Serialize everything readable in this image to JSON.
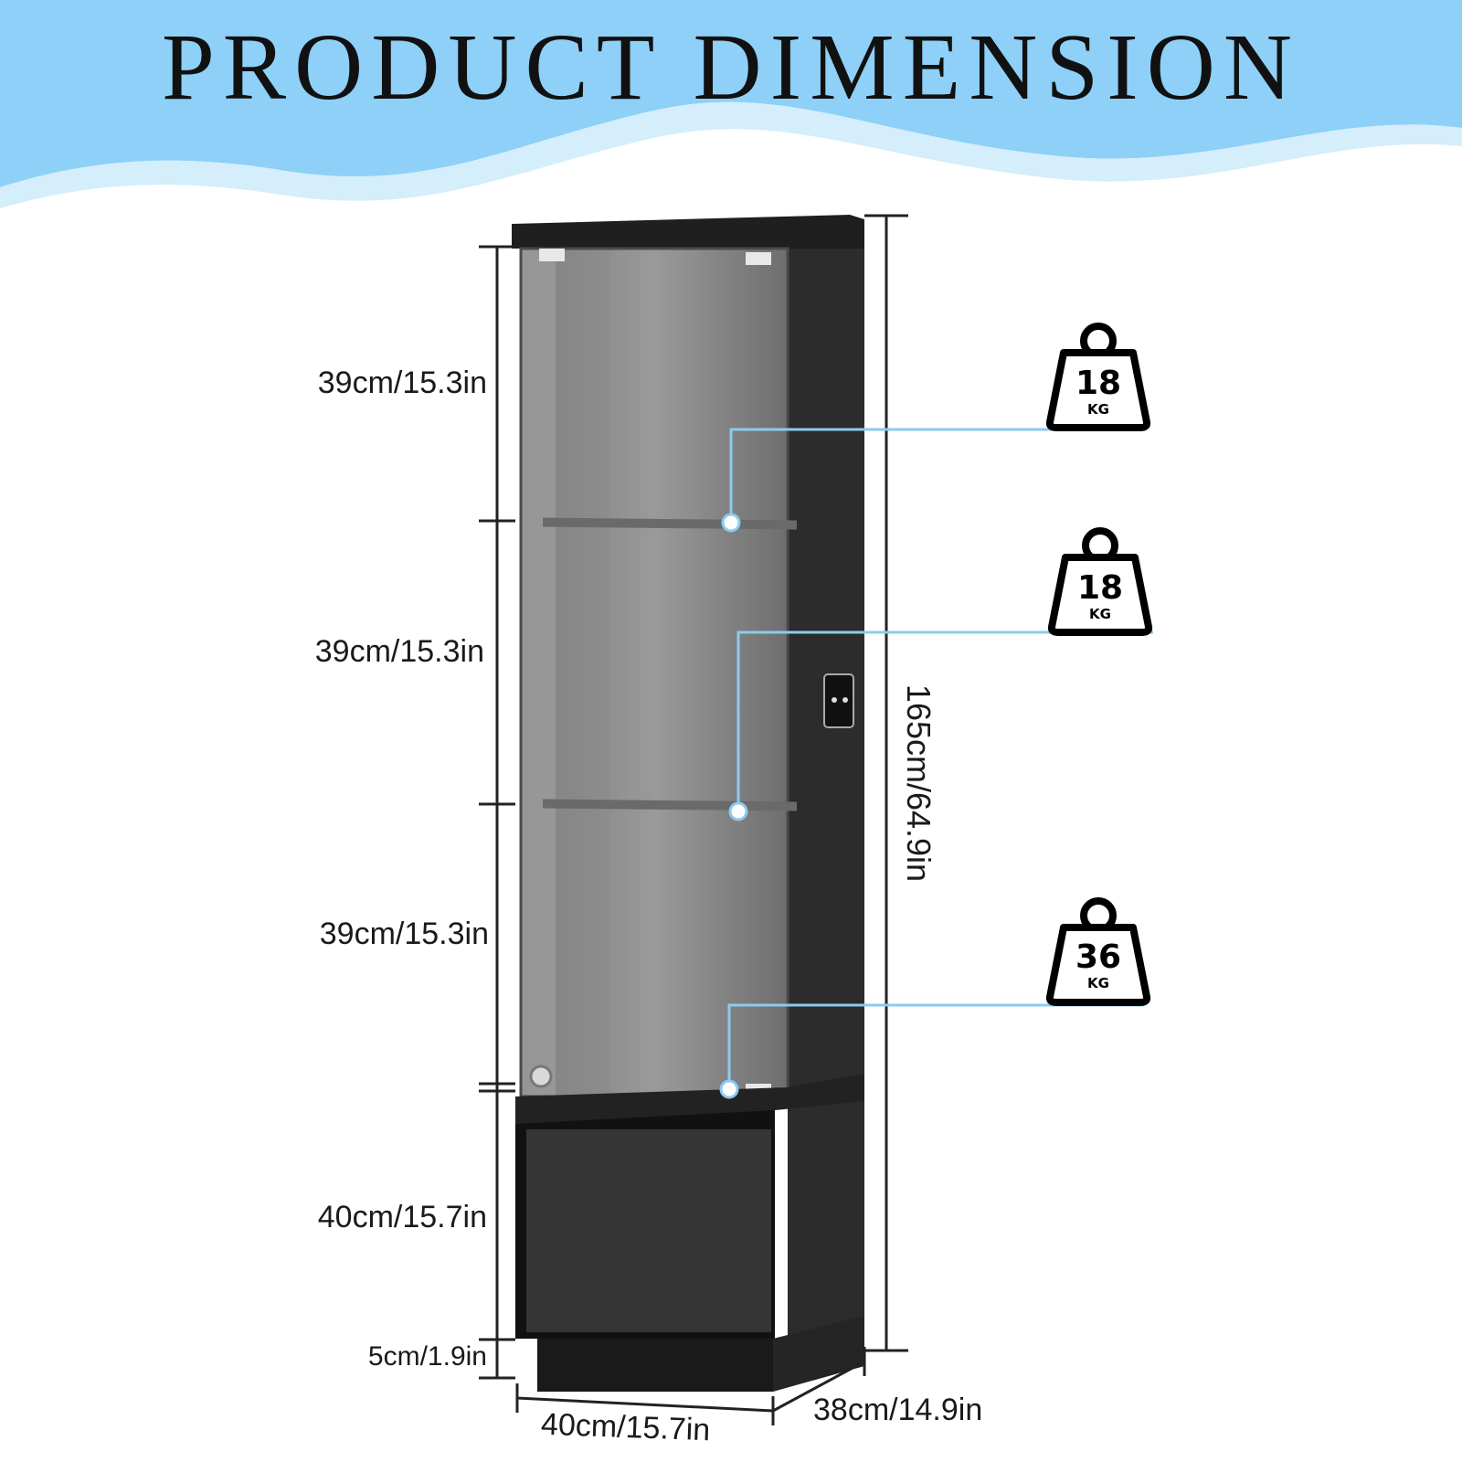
{
  "header": {
    "title": "PRODUCT DIMENSION"
  },
  "colors": {
    "banner": "#8ed0f7",
    "cabinet": "#262626",
    "callout": "#8ccaef"
  },
  "dimensions": {
    "shelf_top": "39cm/15.3in",
    "shelf_middle": "39cm/15.3in",
    "shelf_bottom": "39cm/15.3in",
    "drawer": "40cm/15.7in",
    "base": "5cm/1.9in",
    "total_height": "165cm/64.9in",
    "width": "40cm/15.7in",
    "depth": "38cm/14.9in"
  },
  "weights": [
    {
      "value": "18",
      "unit": "KG",
      "icon": "weight-icon"
    },
    {
      "value": "18",
      "unit": "KG",
      "icon": "weight-icon"
    },
    {
      "value": "36",
      "unit": "KG",
      "icon": "weight-icon"
    }
  ]
}
